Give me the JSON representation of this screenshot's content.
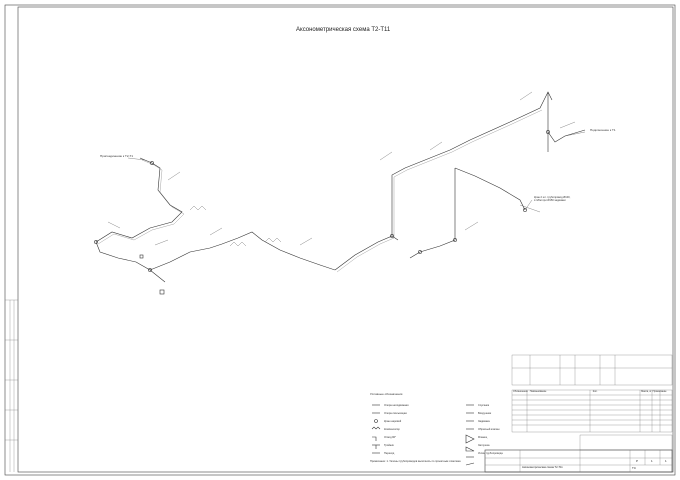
{
  "sheet": {
    "title": "Аксонометрическая схема Т2-Т11",
    "callouts": {
      "left_connection": "Присоединение к Т2-Т1",
      "right_connection": "Подключение к Т1",
      "valve_note": "Кран 2 шт. трубопровод Ø100, L=26м при Ø150 задвижки"
    }
  },
  "legend": {
    "header": "Условные обозначения",
    "items": [
      "Опора неподвижная",
      "Опора скользящая",
      "Кран шаровой",
      "Компенсатор",
      "Отвод 90°",
      "Тройник",
      "Переход",
      "Спускник",
      "Воздушник",
      "Задвижка",
      "Обратный клапан",
      "Фланец",
      "Заглушка",
      "Уклон трубопровода"
    ],
    "note": "Примечание: 1. Уклоны трубопроводов выполнять по проектным отметкам."
  },
  "table": {
    "columns": [
      "Обозначение",
      "Наименование",
      "Кол.",
      "Масса, кг",
      "Примечание"
    ]
  },
  "title_block": {
    "drawing_name": "Аксонометрическая схема Т2-Т11",
    "code": "ТС",
    "stage": "Р",
    "sheet": "1",
    "sheets": "1"
  }
}
